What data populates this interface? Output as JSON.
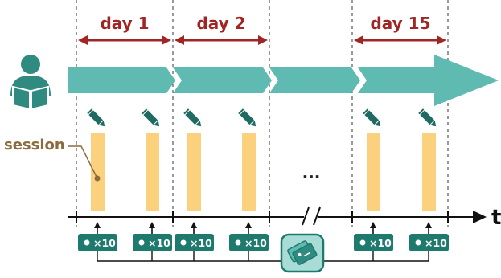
{
  "days": [
    {
      "label": "day 1"
    },
    {
      "label": "day 2"
    },
    {
      "label": "day 15"
    }
  ],
  "session_label": "session",
  "ellipsis": "...",
  "axis_label": "t",
  "counter_label": "×10",
  "colors": {
    "teal": "#2f8a80",
    "teal_light": "#5fbab1",
    "session_bar": "#fbd17e",
    "day_arrow": "#a02525",
    "session_text": "#8a6c3e",
    "axis": "#111111",
    "badge": "#1f7a6e",
    "card_bg": "#a9dcd6"
  },
  "icons": {
    "user": "reader-person-icon",
    "pen": "pencil-icon",
    "cards": "flashcards-icon"
  }
}
